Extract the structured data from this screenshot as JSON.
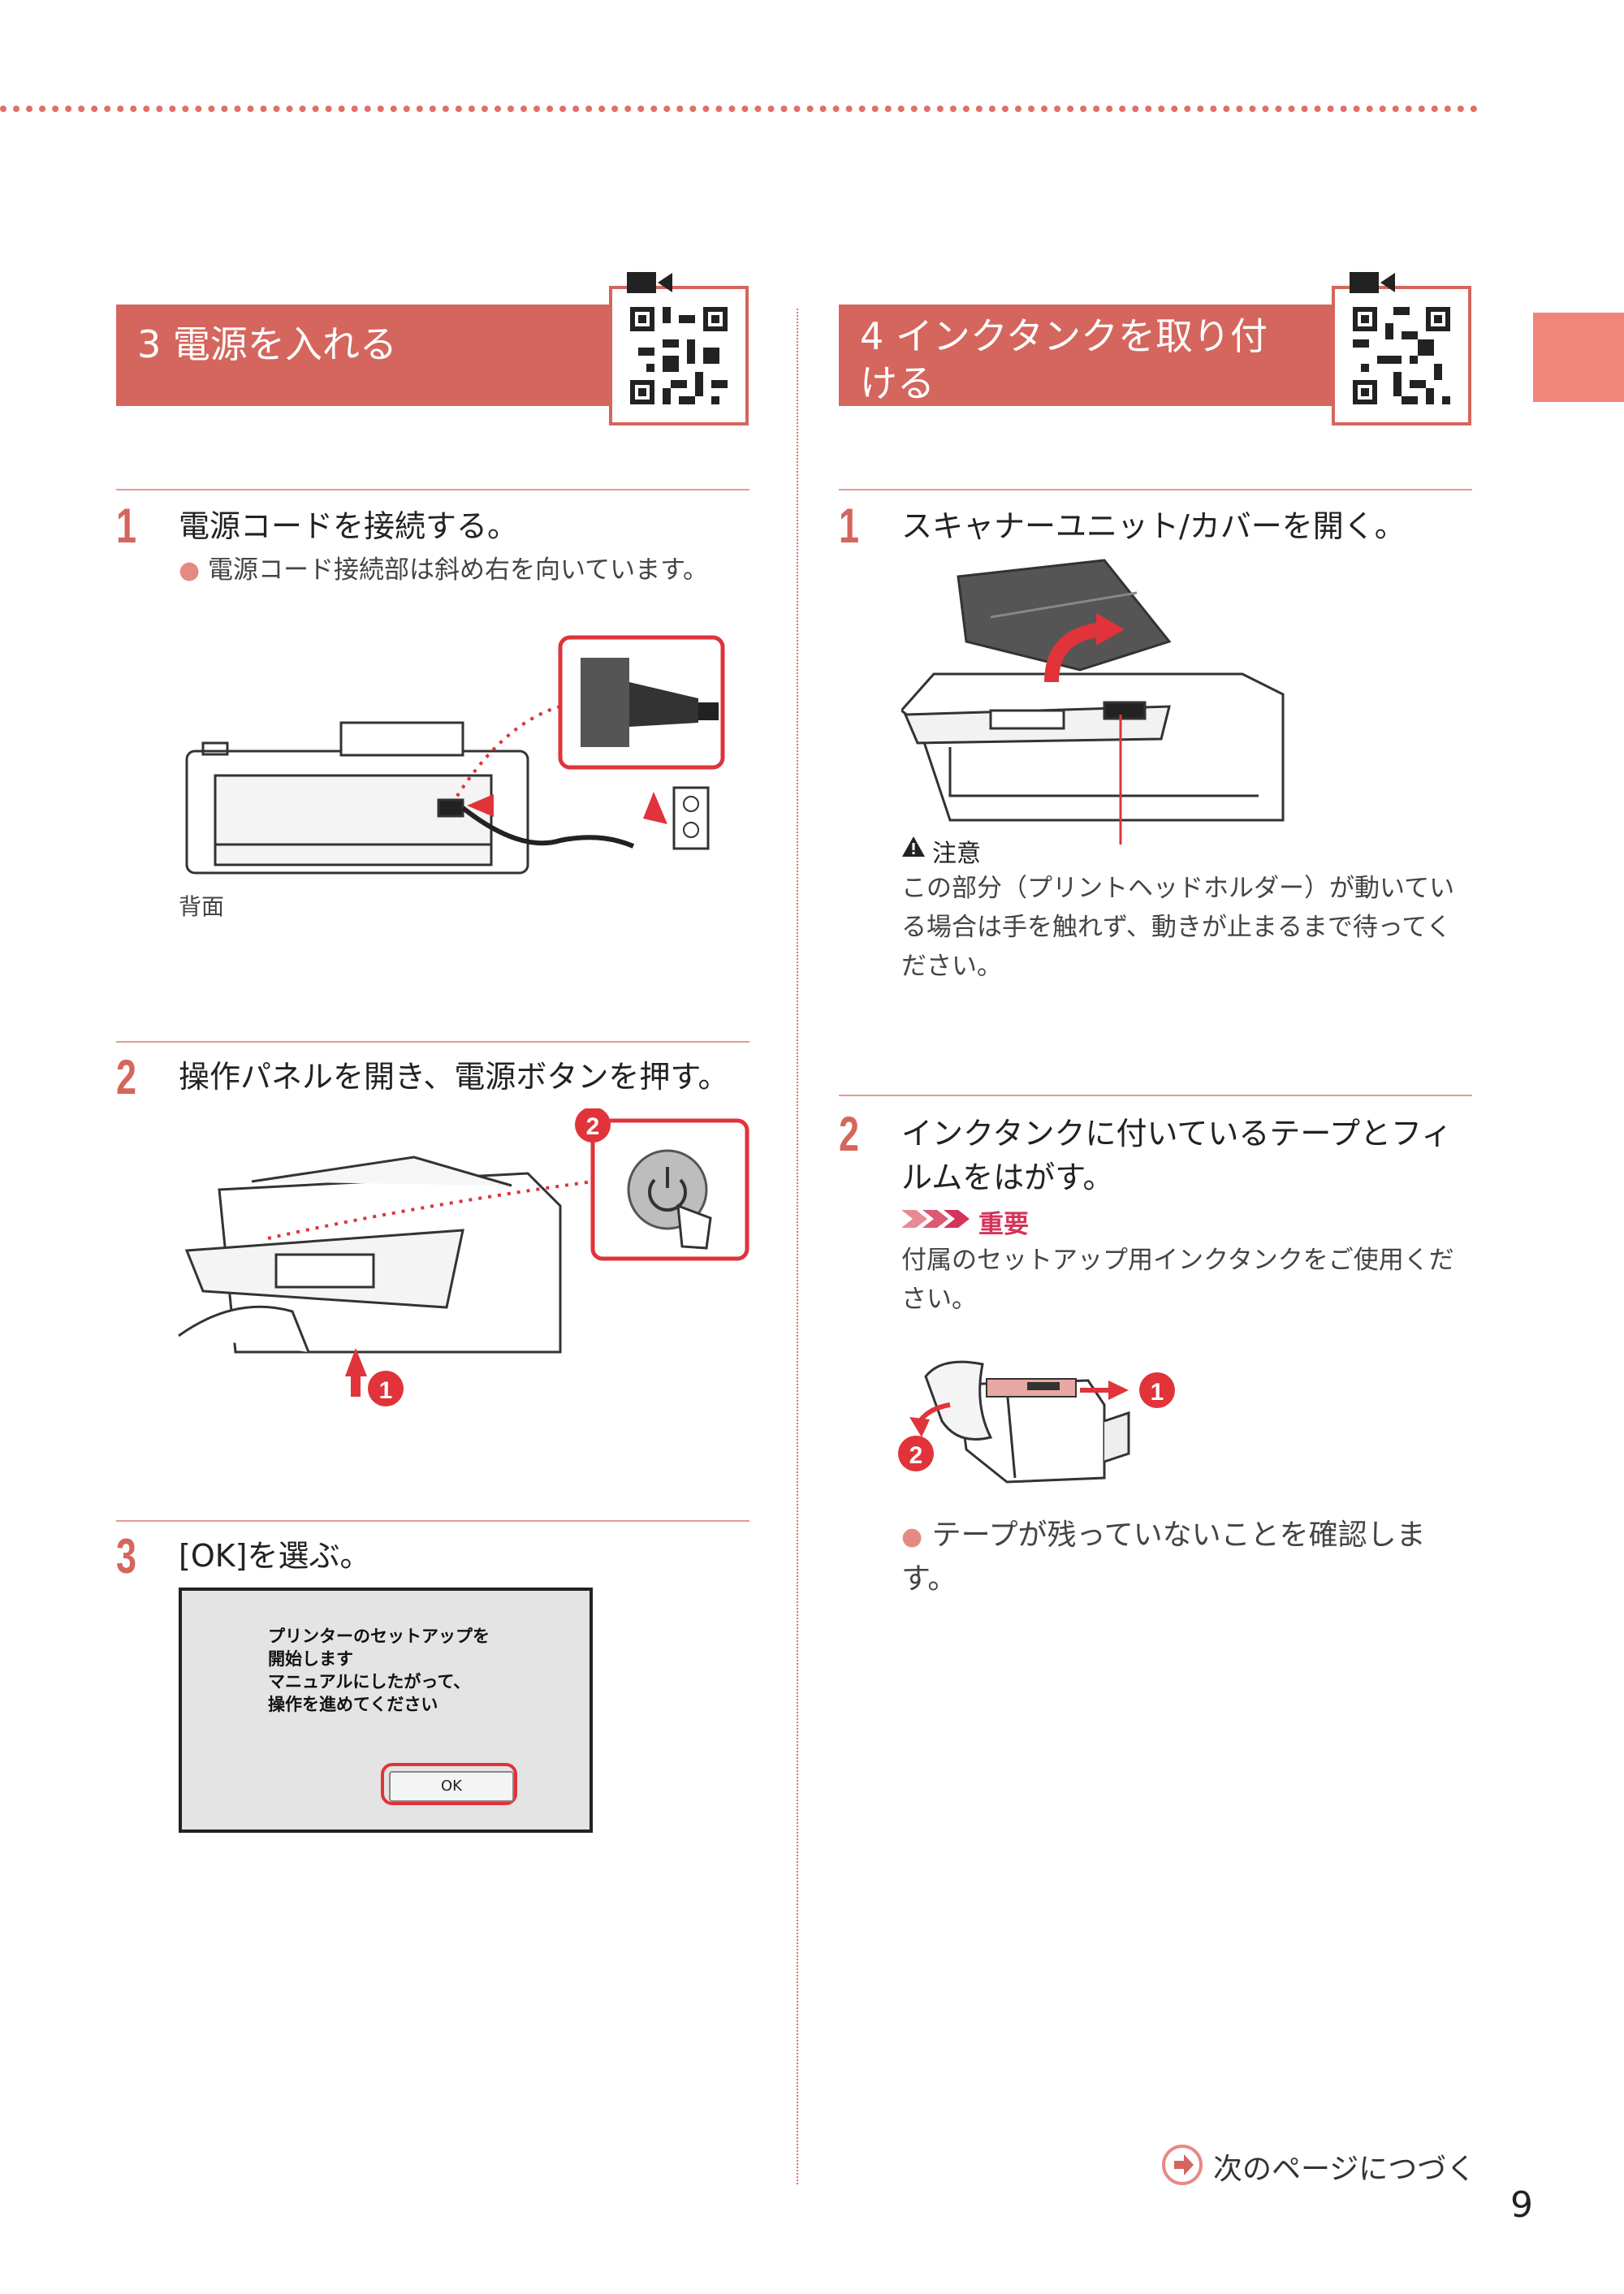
{
  "colors": {
    "accent": "#d4665d",
    "tab": "#f0857a",
    "highlight": "#e0333a"
  },
  "section3": {
    "title": "3 電源を入れる",
    "step1": {
      "num": "1",
      "text": "電源コードを接続する。",
      "note": "電源コード接続部は斜め右を向いています。",
      "caption": "背面"
    },
    "step2": {
      "num": "2",
      "text": "操作パネルを開き、電源ボタンを押す。"
    },
    "step3": {
      "num": "3",
      "text": "[OK]を選ぶ。",
      "screen_message": "プリンターのセットアップを\n開始します\nマニュアルにしたがって、\n操作を進めてください",
      "ok_button": "OK"
    }
  },
  "section4": {
    "title_line1": "4 インクタンクを取り付",
    "title_line2": "ける",
    "step1": {
      "num": "1",
      "text": "スキャナーユニット/カバーを開く。",
      "caution_title": "注意",
      "caution_text": "この部分（プリントヘッドホルダー）が動いている場合は手を触れず、動きが止まるまで待ってください。"
    },
    "step2": {
      "num": "2",
      "text_line1": "インクタンクに付いているテープとフィ",
      "text_line2": "ルムをはがす。",
      "important_title": "重要",
      "important_text": "付属のセットアップ用インクタンクをご使用ください。",
      "note": "テープが残っていないことを確認します。"
    }
  },
  "callouts": {
    "one": "1",
    "two": "2"
  },
  "footer": {
    "next": "次のページにつづく",
    "page": "9"
  }
}
